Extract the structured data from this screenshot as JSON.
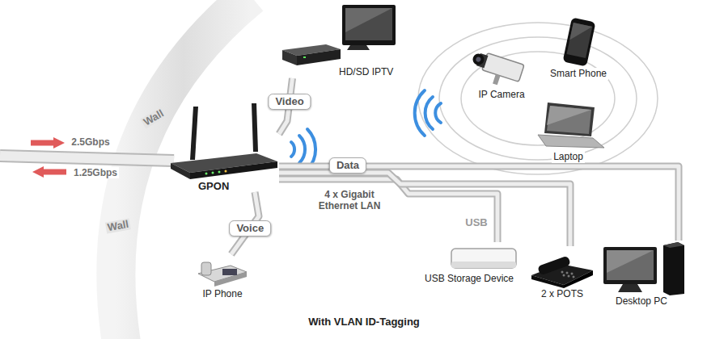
{
  "diagram": {
    "caption": "With VLAN ID-Tagging",
    "nodes": [
      {
        "text": [
          "GPON"
        ]
      },
      {
        "text": [
          "HD/SD IPTV"
        ]
      },
      {
        "text": [
          "IP Camera"
        ]
      },
      {
        "text": [
          "Smart Phone"
        ]
      },
      {
        "text": [
          "Laptop"
        ]
      },
      {
        "text": [
          "IP Phone"
        ]
      },
      {
        "text": [
          "USB Storage Device"
        ]
      },
      {
        "text": [
          "2 x POTS"
        ]
      },
      {
        "text": [
          "Desktop PC"
        ]
      }
    ],
    "edges": [
      {
        "from": 0,
        "to": 1,
        "label": "Video",
        "arrow": "none"
      },
      {
        "from": 0,
        "to": 5,
        "label": "Voice",
        "arrow": "none"
      },
      {
        "from": 0,
        "to": 6,
        "label": "USB",
        "arrow": "none"
      },
      {
        "from": 0,
        "to": 7,
        "arrow": "none"
      },
      {
        "from": 0,
        "to": 8,
        "arrow": "none"
      }
    ],
    "labels": [
      "2.5Gbps",
      "1.25Gbps",
      "Wall",
      "Wall",
      "Data",
      "4 x Gigabit Ethernet LAN"
    ]
  }
}
